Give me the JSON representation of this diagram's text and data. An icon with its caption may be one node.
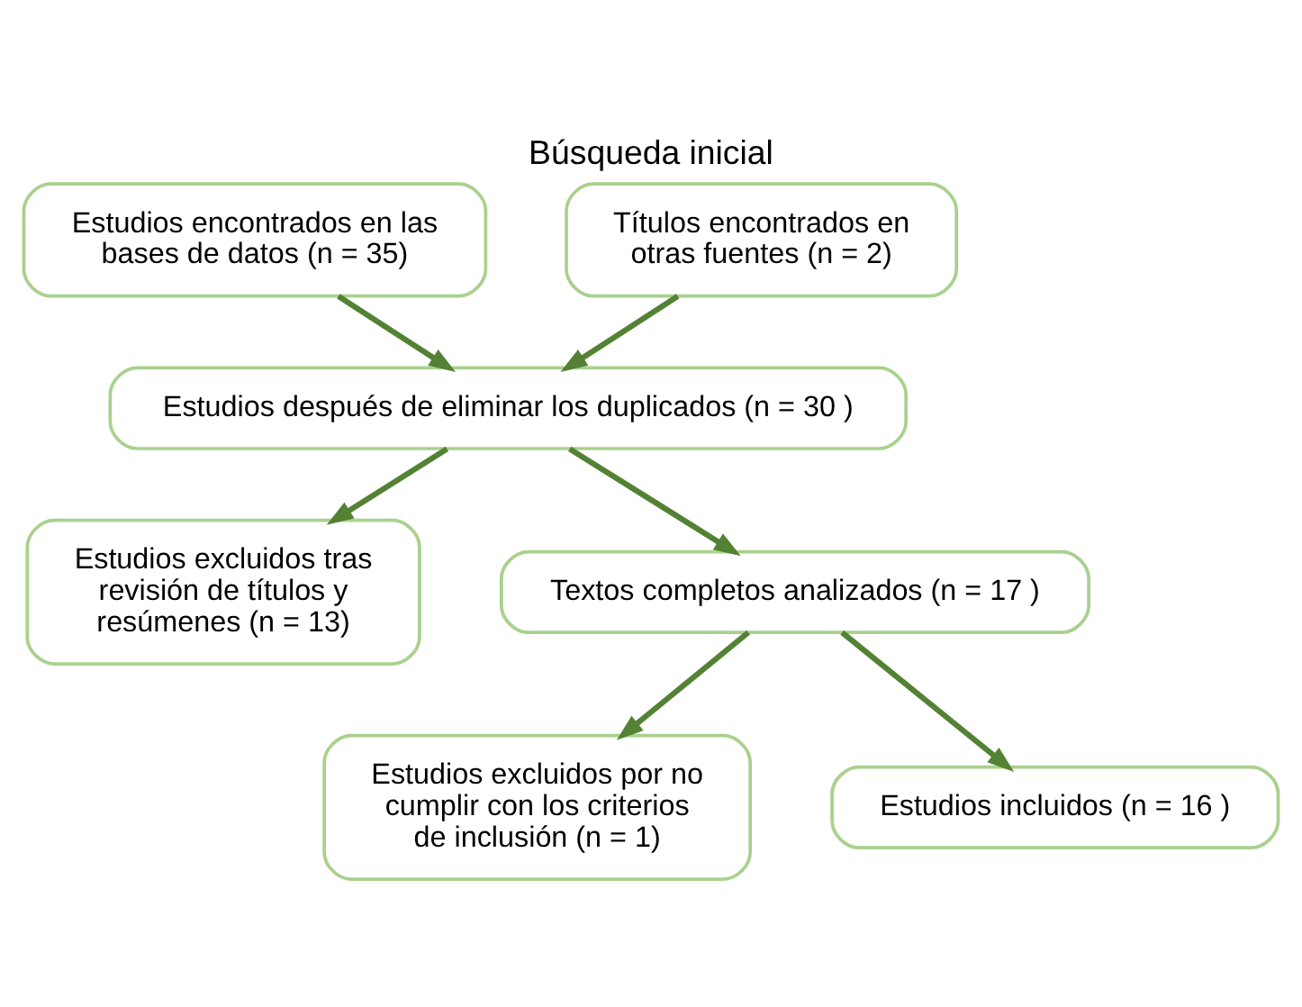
{
  "diagram": {
    "title": "Búsqueda inicial",
    "nodes": [
      {
        "text": [
          "Estudios encontrados en las bases de datos (n = 35)"
        ]
      },
      {
        "text": [
          "Títulos encontrados en otras fuentes (n = 2)"
        ]
      },
      {
        "text": [
          "Estudios después de eliminar los duplicados (n = 30 )"
        ]
      },
      {
        "text": [
          "Estudios excluidos tras revisión de títulos y resúmenes (n = 13)"
        ]
      },
      {
        "text": [
          "Textos completos analizados (n = 17 )"
        ]
      },
      {
        "text": [
          "Estudios excluidos por no cumplir con los criterios de inclusión (n = 1)"
        ]
      },
      {
        "text": [
          "Estudios incluidos (n = 16 )"
        ]
      }
    ],
    "edges": [
      {
        "from": 0,
        "to": 2,
        "arrow": "to"
      },
      {
        "from": 1,
        "to": 2,
        "arrow": "to"
      },
      {
        "from": 2,
        "to": 3,
        "arrow": "to"
      },
      {
        "from": 2,
        "to": 4,
        "arrow": "to"
      },
      {
        "from": 4,
        "to": 5,
        "arrow": "to"
      },
      {
        "from": 4,
        "to": 6,
        "arrow": "to"
      }
    ]
  }
}
